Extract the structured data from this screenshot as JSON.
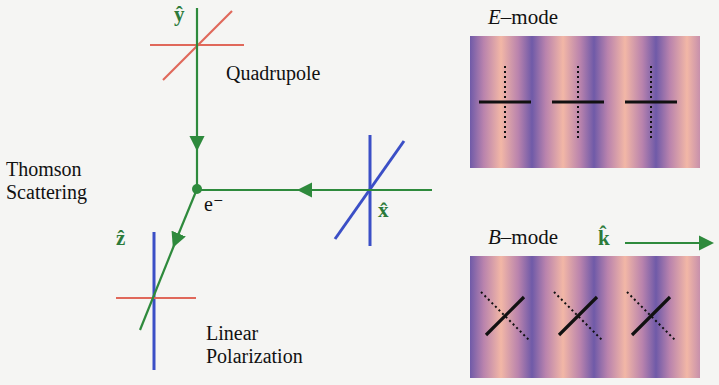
{
  "diagram": {
    "nodes": [
      {
        "text": [
          "E–mode"
        ]
      },
      {
        "text": [
          "B–mode"
        ]
      }
    ],
    "labels": [
      "ŷ",
      "Quadrupole",
      "Thomson Scattering",
      "e⁻",
      "x̂",
      "ẑ",
      "Linear Polarization",
      "k̂"
    ]
  }
}
